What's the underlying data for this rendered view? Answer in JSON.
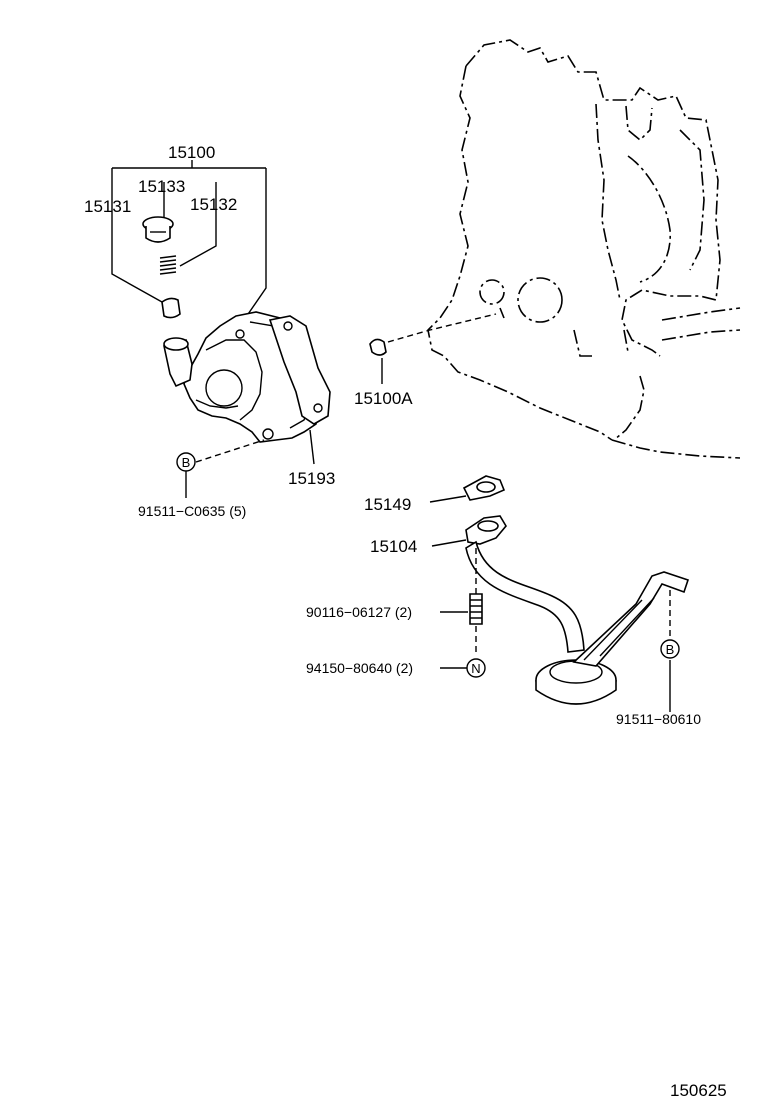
{
  "diagram": {
    "labels": {
      "p15100": "15100",
      "p15133": "15133",
      "p15131": "15131",
      "p15132": "15132",
      "p15100A": "15100A",
      "p15193": "15193",
      "p91511_c0635": "91511−C0635 (5)",
      "p15149": "15149",
      "p15104": "15104",
      "p90116": "90116−06127 (2)",
      "p94150": "94150−80640 (2)",
      "p91511_80610": "91511−80610",
      "footer_code": "150625"
    },
    "markers": {
      "b_left": "B",
      "b_right": "B",
      "n": "N"
    }
  }
}
